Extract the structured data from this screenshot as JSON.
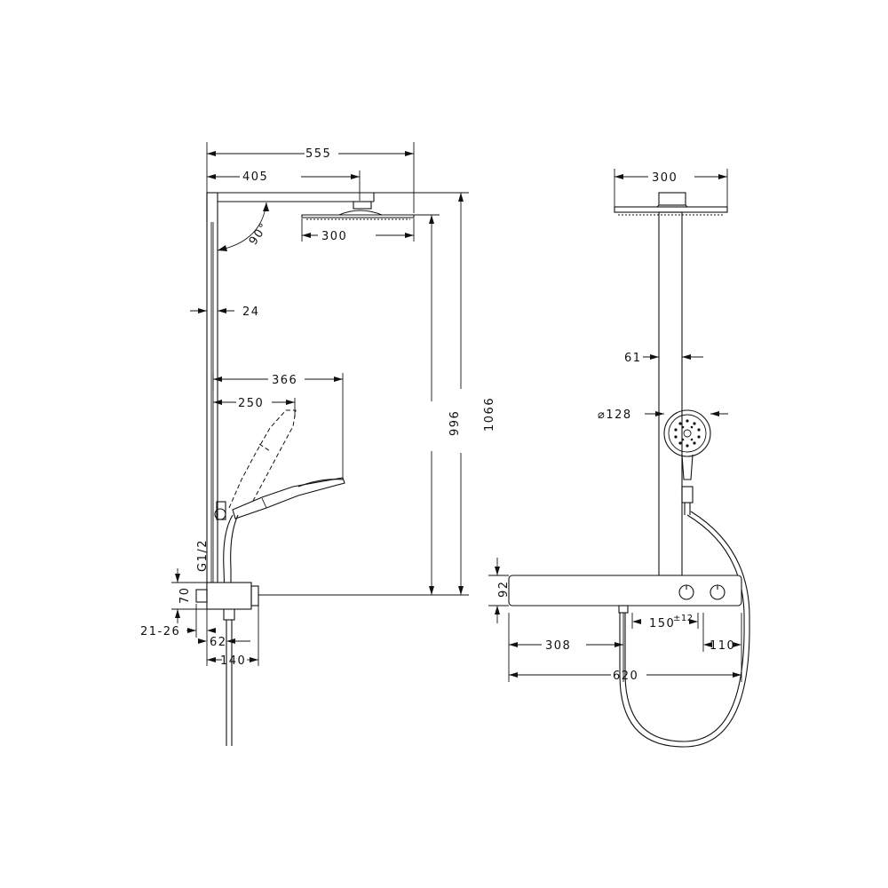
{
  "side_view": {
    "dim_555": "555",
    "dim_405": "405",
    "dim_300": "300",
    "dim_90": "90°",
    "dim_24": "24",
    "dim_366": "366",
    "dim_250": "250",
    "dim_996": "996",
    "dim_1066": "1066",
    "dim_g12": "G1/2",
    "dim_70": "70",
    "dim_2126": "21-26",
    "dim_62": "62",
    "dim_140": "140"
  },
  "front_view": {
    "dim_300": "300",
    "dim_61": "61",
    "dim_d128": "⌀128",
    "dim_92": "92",
    "dim_150": "150",
    "dim_150_tol": "±12",
    "dim_308": "308",
    "dim_110": "110",
    "dim_620": "620"
  }
}
